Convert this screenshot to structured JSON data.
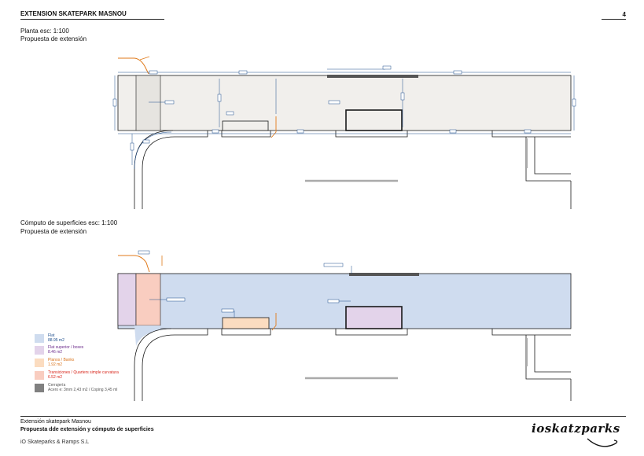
{
  "header": {
    "title": "EXTENSION SKATEPARK MASNOU",
    "page_number": "4"
  },
  "section_plan": {
    "title": "Planta esc: 1:100",
    "subtitle": "Propuesta de extensión"
  },
  "section_areas": {
    "title": "Cómputo de superficies esc: 1:100",
    "subtitle": "Propuesta de extensión"
  },
  "legend": [
    {
      "label": "Flat",
      "value": "88.95 m2",
      "color": "#cfdcef",
      "text_color": "#1e4e8c"
    },
    {
      "label": "Flat superior / boxes",
      "value": "8.46 m2",
      "color": "#e3d3ea",
      "text_color": "#6a2a8a"
    },
    {
      "label": "Planos / Banks",
      "value": "1.92 m2",
      "color": "#fbdcc0",
      "text_color": "#d9731c"
    },
    {
      "label": "Transiciones / Quarters simple curvatura",
      "value": "6.52 m2",
      "color": "#f9cdc0",
      "text_color": "#d8261b"
    },
    {
      "label": "Cerrajería",
      "value": "Acero e: 3mm 2,43 m2 / Coping 3,45 ml",
      "color": "#808080",
      "text_color": "#555555"
    }
  ],
  "footer": {
    "line1": "Extensión skatepark Masnou",
    "line2": "Propuesta dde extensión y cómputo de superficies",
    "line3": "iO Skateparks & Ramps S.L",
    "logo": "ioskatzparks"
  },
  "colors": {
    "line": "#1a1a1a",
    "dimension": "#1e4e8c",
    "orange": "#e07a1a",
    "slab": "#f1efec",
    "grey_strip": "#aaaaaa"
  }
}
